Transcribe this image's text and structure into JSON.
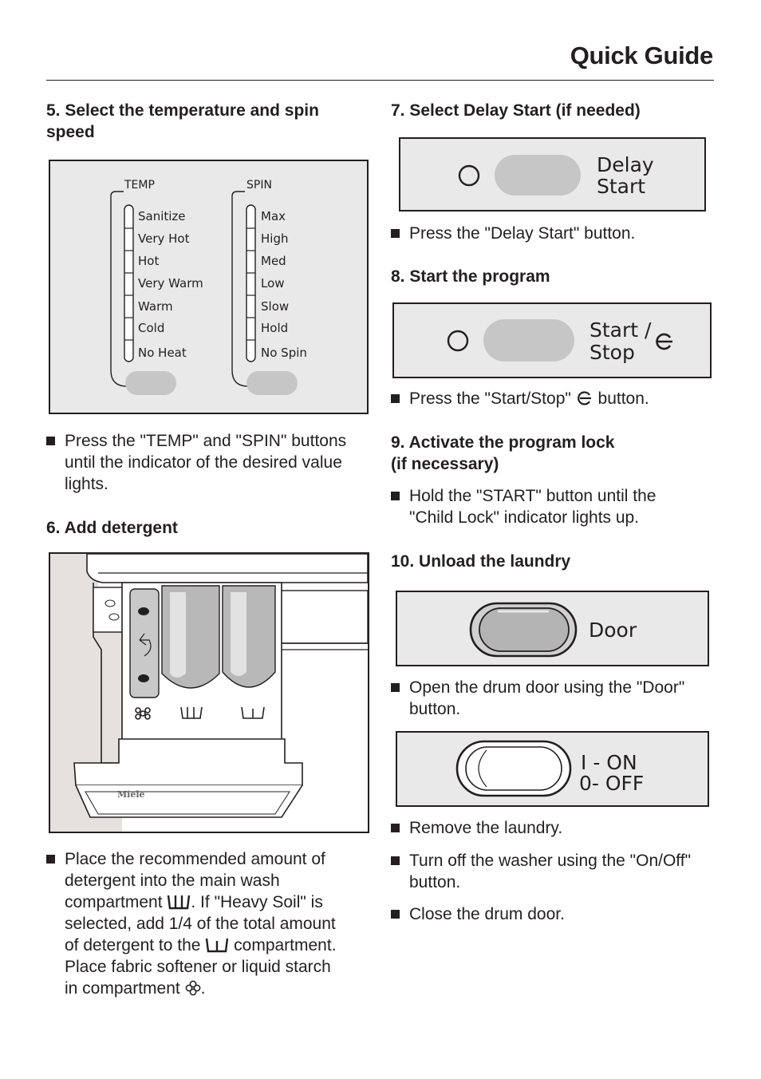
{
  "header": {
    "title": "Quick Guide"
  },
  "step5": {
    "heading_line1": "5. Select the temperature and spin",
    "heading_line2": "speed",
    "temp_label": "TEMP",
    "spin_label": "SPIN",
    "temp_options": [
      "Sanitize",
      "Very Hot",
      "Hot",
      "Very Warm",
      "Warm",
      "Cold",
      "No Heat"
    ],
    "spin_options": [
      "Max",
      "High",
      "Med",
      "Low",
      "Slow",
      "Hold",
      "No Spin"
    ],
    "bullet_lines": [
      "Press the \"TEMP\" and \"SPIN\" buttons",
      "until the indicator of the desired value",
      "lights."
    ]
  },
  "step6": {
    "heading": "6. Add detergent",
    "bullet_l1": "Place the recommended amount of",
    "bullet_l2": "detergent into the main wash",
    "bullet_l3a": "compartment",
    "bullet_l3b": ". If \"Heavy Soil\" is",
    "bullet_l4": "selected, add 1/4 of the total amount",
    "bullet_l5a": "of detergent to the",
    "bullet_l5b": "compartment.",
    "bullet_l6": "Place fabric softener or liquid starch",
    "bullet_l7a": "in compartment",
    "bullet_l7b": ".",
    "icons": [
      "main-wash-compartment-icon",
      "prewash-compartment-icon",
      "fabric-softener-icon"
    ]
  },
  "step7": {
    "heading": "7. Select Delay Start (if needed)",
    "button_line1": "Delay",
    "button_line2": "Start",
    "bullet": "Press the \"Delay Start\" button."
  },
  "step8": {
    "heading": "8. Start the program",
    "button_line1": "Start /",
    "button_line2": "Stop",
    "bullet_a": "Press the \"Start/Stop\"",
    "bullet_b": "button."
  },
  "step9": {
    "heading_line1": "9. Activate the program lock",
    "heading_line2": "(if necessary)",
    "bullet_line1": "Hold the \"START\" button until the",
    "bullet_line2": "\"Child Lock\" indicator lights up."
  },
  "step10": {
    "heading": "10. Unload the laundry",
    "door_label": "Door",
    "bullet_door_l1": "Open the drum door using the \"Door\"",
    "bullet_door_l2": "button.",
    "power_line1": "I - ON",
    "power_line2": "0- OFF",
    "bullet_remove": "Remove the laundry.",
    "bullet_off_l1": "Turn off the washer using the \"On/Off\"",
    "bullet_off_l2": "button.",
    "bullet_close": "Close the drum door."
  },
  "colors": {
    "panel_bg": "#e9e9e9",
    "button_gray": "#c6c6c6",
    "text": "#231f20"
  }
}
